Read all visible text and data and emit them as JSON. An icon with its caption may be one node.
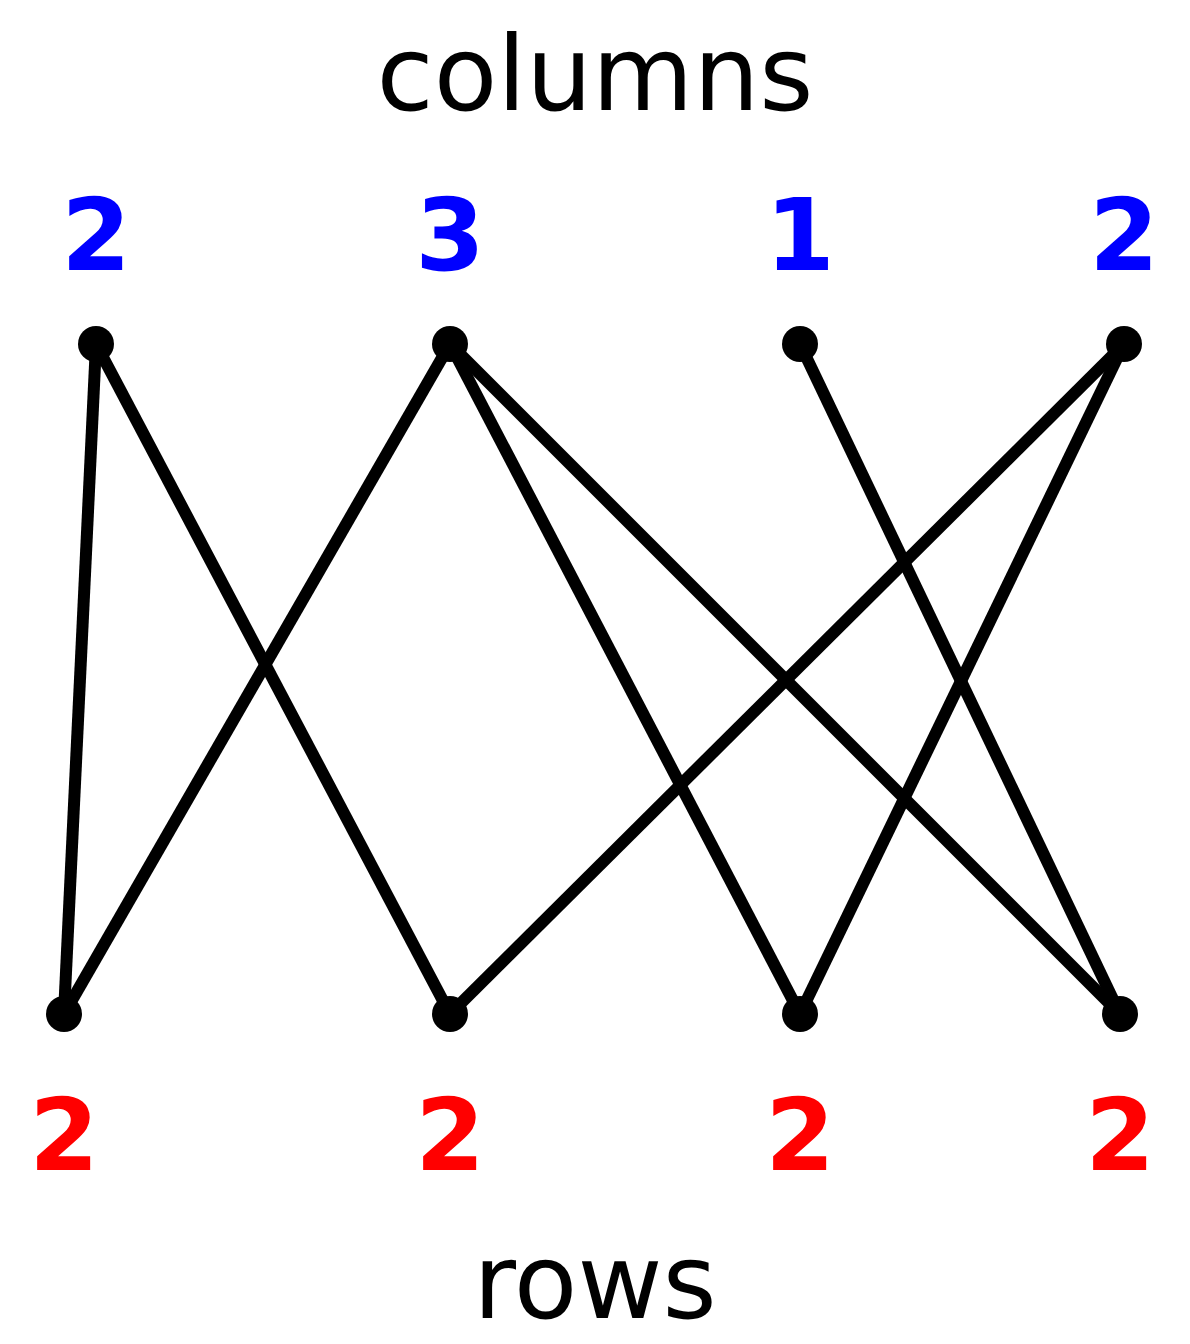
{
  "diagram": {
    "nodes": [
      {
        "text": [
          "2"
        ]
      },
      {
        "text": [
          "3"
        ]
      },
      {
        "text": [
          "1"
        ]
      },
      {
        "text": [
          "2"
        ]
      },
      {
        "text": [
          "2"
        ]
      },
      {
        "text": [
          "2"
        ]
      },
      {
        "text": [
          "2"
        ]
      },
      {
        "text": [
          "2"
        ]
      }
    ],
    "edges": [
      {
        "from": 0,
        "to": 4,
        "arrow": "none"
      },
      {
        "from": 0,
        "to": 5,
        "arrow": "none"
      },
      {
        "from": 1,
        "to": 4,
        "arrow": "none"
      },
      {
        "from": 1,
        "to": 6,
        "arrow": "none"
      },
      {
        "from": 1,
        "to": 7,
        "arrow": "none"
      },
      {
        "from": 2,
        "to": 7,
        "arrow": "none"
      },
      {
        "from": 3,
        "to": 5,
        "arrow": "none"
      },
      {
        "from": 3,
        "to": 6,
        "arrow": "none"
      }
    ],
    "labels": [
      "columns",
      "rows"
    ]
  }
}
